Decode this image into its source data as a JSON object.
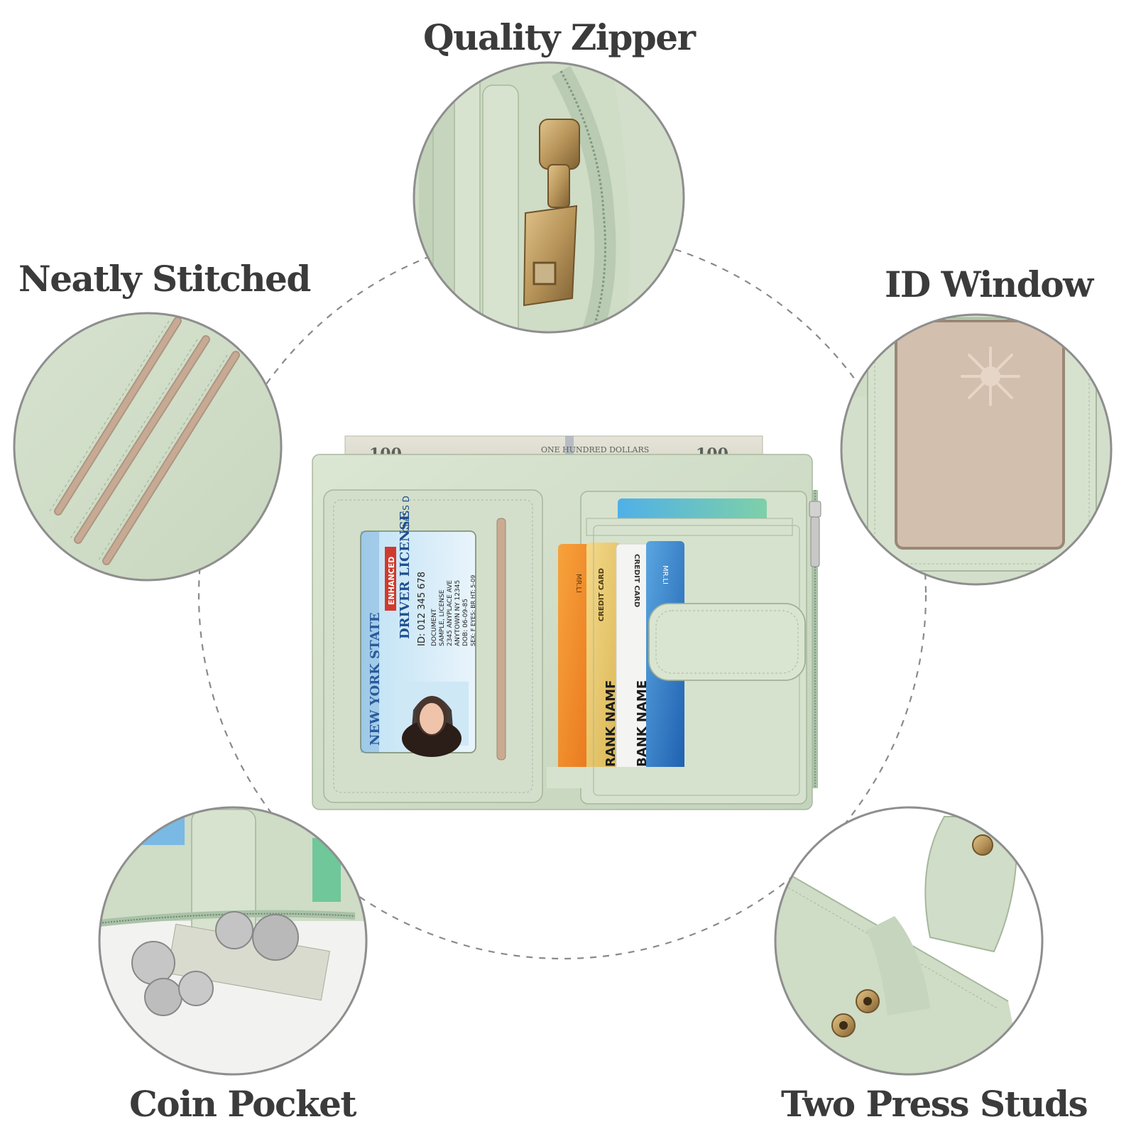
{
  "features": {
    "quality_zipper": "Quality Zipper",
    "neatly_stitched": "Neatly Stitched",
    "id_window": "ID Window",
    "coin_pocket": "Coin Pocket",
    "two_press_studs": "Two Press Studs"
  },
  "banknote": {
    "denomination": "100",
    "text": "ONE HUNDRED DOLLARS"
  },
  "id_card": {
    "state": "NEW YORK STATE",
    "badge": "ENHANCED",
    "title": "DRIVER LICENSE",
    "class": "CLASS D",
    "id_number": "ID: 012 345 678",
    "doc_line": "DOCUMENT",
    "name_line": "SAMPLE, LICENSE",
    "address_line1": "2345 ANYPLACE AVE",
    "address_line2": "ANYTOWN NY 12345",
    "dob": "DOB: 06-09-85",
    "physical": "SEX: F  EYES: BR  HT: 5-09"
  },
  "cards": {
    "card1_name": "MR.LI",
    "card2_type": "CREDIT CARD",
    "card2_bank": "RANK NAMF",
    "card3_type": "CREDIT CARD",
    "card3_bank": "BANK NAME",
    "card4_name": "MR.LI"
  },
  "colors": {
    "leather": "#cfdcc6",
    "leather_dark": "#aebfa6",
    "label_text": "#3b3b3b",
    "dashed_circle": "#8a8a8a",
    "brass": "#b8955a",
    "card_slot_lining": "#c7aa94"
  }
}
